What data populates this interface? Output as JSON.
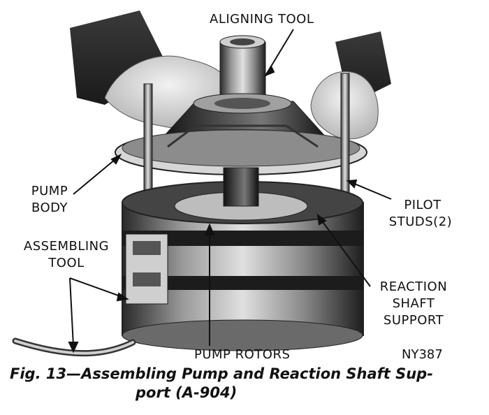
{
  "labels": {
    "aligning_tool": "ALIGNING TOOL",
    "pump_body_1": "PUMP",
    "pump_body_2": "BODY",
    "pilot_studs_1": "PILOT",
    "pilot_studs_2": "STUDS(2)",
    "assembling_tool_1": "ASSEMBLING",
    "assembling_tool_2": "TOOL",
    "reaction_1": "REACTION",
    "reaction_2": "SHAFT",
    "reaction_3": "SUPPORT",
    "pump_rotors": "PUMP ROTORS"
  },
  "figure_id": "NY387",
  "caption": {
    "line1": "Fig. 13—Assembling Pump and Reaction Shaft Sup-",
    "line2": "port (A-904)"
  }
}
